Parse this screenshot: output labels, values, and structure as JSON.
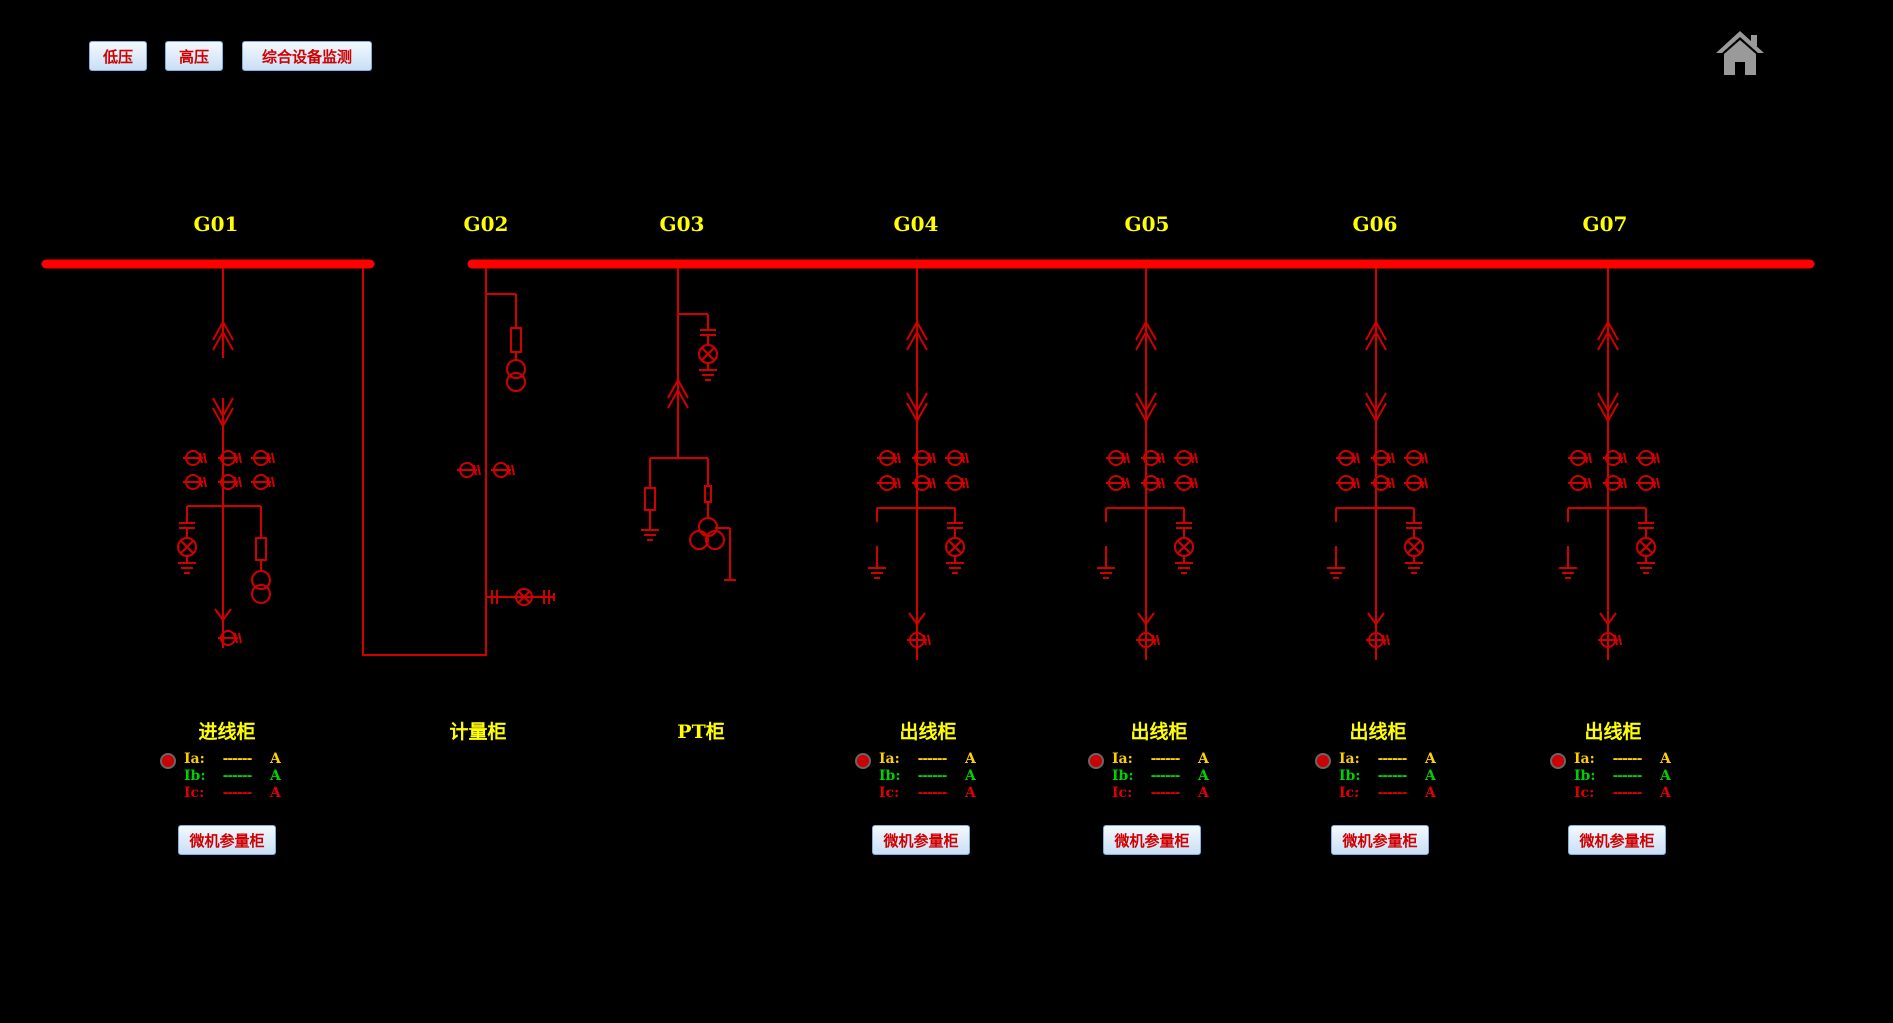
{
  "nav": {
    "low_voltage": "低压",
    "high_voltage": "高压",
    "monitor": "综合设备监测"
  },
  "cabinets": [
    {
      "id": "G01",
      "name": "进线柜"
    },
    {
      "id": "G02",
      "name": "计量柜"
    },
    {
      "id": "G03",
      "name": "PT柜"
    },
    {
      "id": "G04",
      "name": "出线柜"
    },
    {
      "id": "G05",
      "name": "出线柜"
    },
    {
      "id": "G06",
      "name": "出线柜"
    },
    {
      "id": "G07",
      "name": "出线柜"
    }
  ],
  "meter": {
    "ia_label": "Ia:",
    "ib_label": "Ib:",
    "ic_label": "Ic:",
    "placeholder": "------",
    "unit": "A"
  },
  "param_button_label": "微机参量柜",
  "colors": {
    "background": "#000000",
    "line": "#d00000",
    "busbar": "#ff0000",
    "label": "#ffff00",
    "phase_a": "#ffd000",
    "phase_b": "#00d000",
    "phase_c": "#e00000"
  },
  "icons": {
    "home": "home-icon"
  }
}
